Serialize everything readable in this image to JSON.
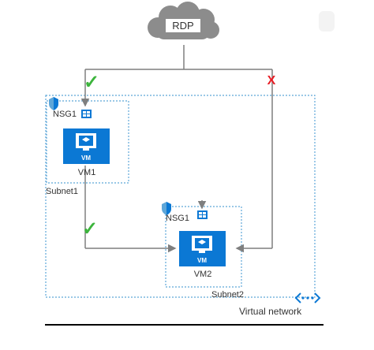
{
  "cloud": {
    "label": "RDP"
  },
  "vnet": {
    "label": "Virtual network"
  },
  "subnet1": {
    "label": "Subnet1",
    "nsg_label": "NSG1",
    "vm_label": "VM1",
    "vm_badge": "VM"
  },
  "subnet2": {
    "label": "Subnet2",
    "nsg_label": "NSG1",
    "vm_label": "VM2",
    "vm_badge": "VM"
  },
  "status": {
    "allowed_mark": "✓",
    "blocked_mark": "X"
  },
  "colors": {
    "azure_blue": "#0b78d4",
    "dotted_border": "#5ea6d8",
    "line_gray": "#7f7f7f",
    "cloud_gray": "#8c8c8c",
    "check_green": "#3cb43c",
    "deny_red": "#e81c24"
  }
}
